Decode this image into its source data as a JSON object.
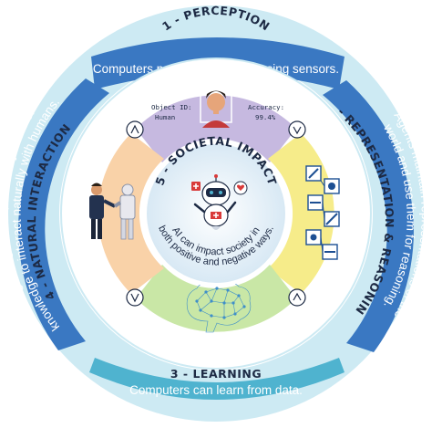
{
  "sections": {
    "perception": {
      "title": "1 - PERCEPTION",
      "banner": "Computers perceive the world using sensors.",
      "object_id_label": "Object ID:",
      "object_id_value": "Human",
      "accuracy_label": "Accuracy:",
      "accuracy_value": "99.4%"
    },
    "representation": {
      "title": "2 - REPRESENTATION & REASONING",
      "banner_line1": "Agents maintain representations of the",
      "banner_line2": "world and use them for reasoning."
    },
    "learning": {
      "title": "3 - LEARNING",
      "banner": "Computers can learn from data."
    },
    "interaction": {
      "title": "4 - NATURAL INTERACTION",
      "banner_line1": "Intelligent agents require many kinds of",
      "banner_line2": "knowledge to interact naturally with humans."
    },
    "societal": {
      "title": "5 - SOCIETAL IMPACT",
      "line1": "AI can impact society in",
      "line2": "both positive and negative ways."
    }
  },
  "colors": {
    "banner_blue": "#3a78c2",
    "banner_teal": "#4fb3cf",
    "ring_light": "#cdeaf3",
    "perception_bg": "#c6b9e0",
    "representation_bg": "#f6ec8a",
    "learning_bg": "#c9e7a6",
    "interaction_bg": "#f9d2a8",
    "center_bg": "#e4f0f8",
    "dark_text": "#1d2a44"
  }
}
